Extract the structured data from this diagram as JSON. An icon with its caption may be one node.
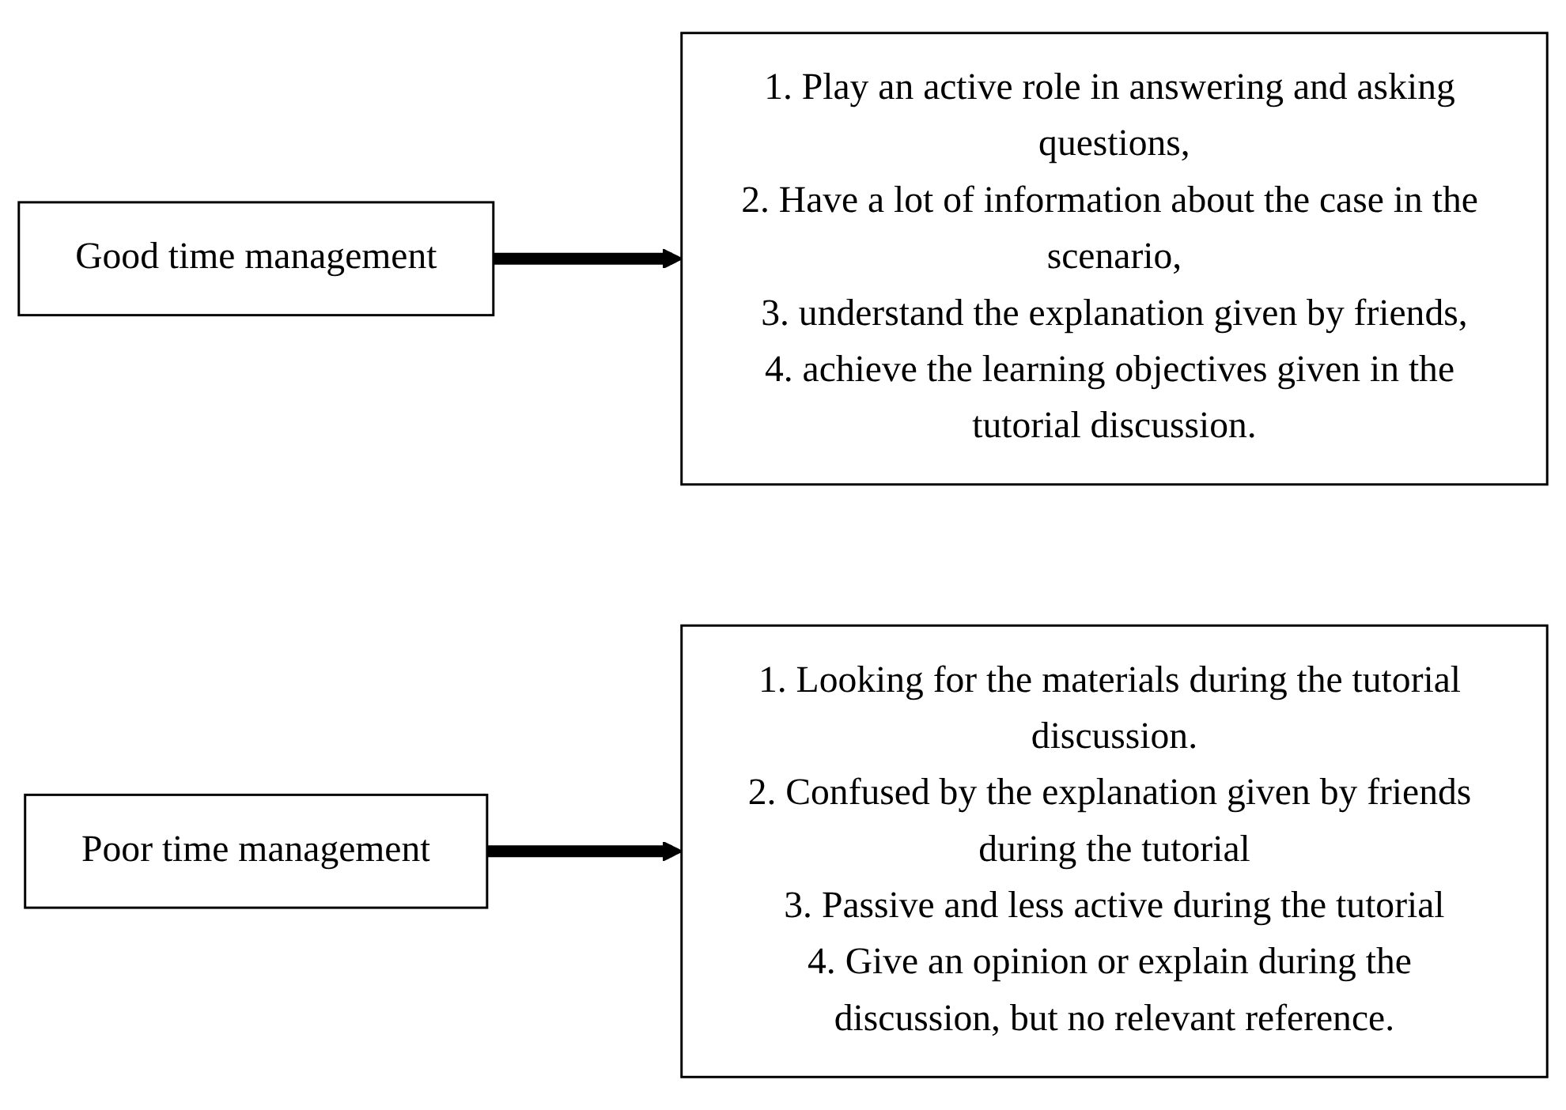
{
  "diagram": {
    "nodes": [
      {
        "text": [
          "Good time management"
        ]
      },
      {
        "text": [
          "1. Play an active role in answering and asking questions,",
          "2. Have a lot of information about the case in the scenario,",
          "3. understand the explanation given by friends,",
          "4. achieve the learning objectives given in the tutorial discussion."
        ]
      },
      {
        "text": [
          "Poor time management"
        ]
      },
      {
        "text": [
          "1. Looking for the materials during the tutorial discussion.",
          "2. Confused by the explanation given by friends during the tutorial",
          "3. Passive and less active during the tutorial",
          "4. Give an opinion or explain during the discussion, but no relevant reference."
        ]
      }
    ],
    "edges": [
      {
        "from": 0,
        "to": 1,
        "arrow": "to"
      },
      {
        "from": 2,
        "to": 3,
        "arrow": "to"
      }
    ]
  }
}
